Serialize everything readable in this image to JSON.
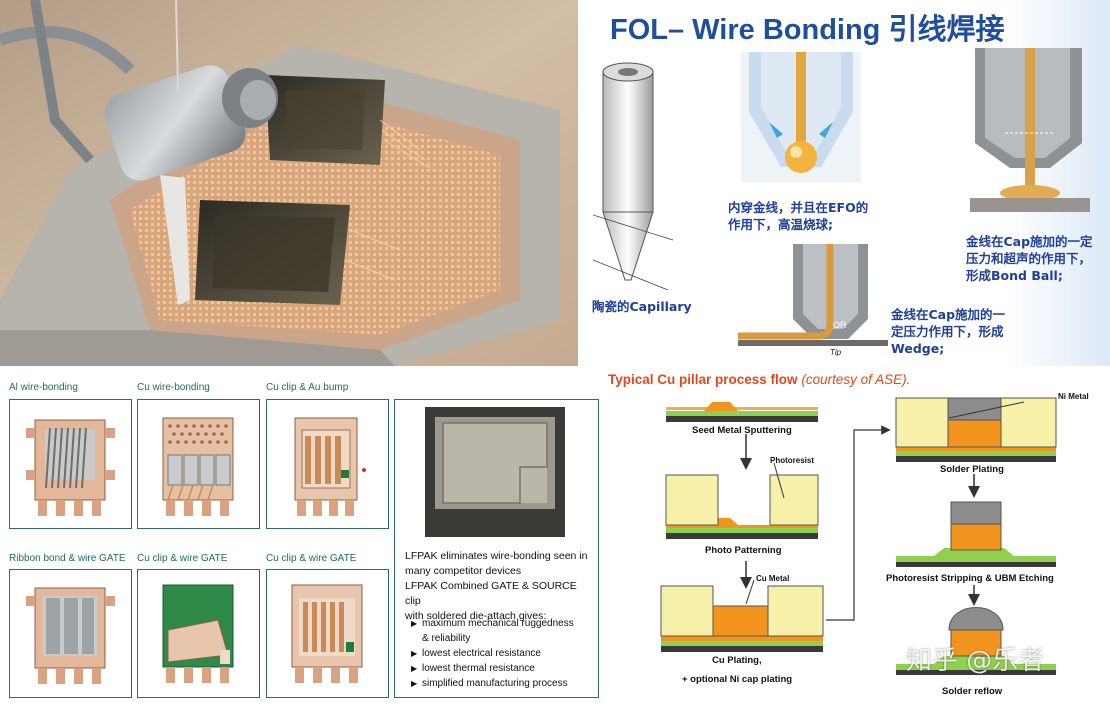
{
  "fol": {
    "title_en": "FOL– Wire Bonding",
    "title_cn": "引线焊接",
    "capillary_label": "陶瓷的Capillary",
    "efo_line1": "内穿金线，并且在EFO的",
    "efo_line2": "作用下，高温烧球;",
    "ball_line1": "金线在Cap施加的一定",
    "ball_line2": "压力和超声的作用下，",
    "ball_line3": "形成Bond Ball;",
    "wedge_line1": "金线在Cap施加的一",
    "wedge_line2": "定压力作用下，形成",
    "wedge_line3": "Wedge;",
    "tip_label": "Tip",
    "or_label": "OR"
  },
  "lfpak": {
    "cells": [
      {
        "label": "Al wire-bonding"
      },
      {
        "label": "Cu wire-bonding"
      },
      {
        "label": "Cu clip & Au bump"
      },
      {
        "label": "Ribbon bond & wire GATE"
      },
      {
        "label": "Cu clip & wire GATE"
      },
      {
        "label": "Cu clip & wire GATE"
      }
    ],
    "desc_line1": "LFPAK eliminates wire-bonding seen in",
    "desc_line2": "many competitor devices",
    "desc_line3": "LFPAK Combined GATE & SOURCE clip",
    "desc_line4": "with soldered die-attach gives:",
    "benefits": [
      "maximum mechanical ruggedness",
      "& reliability",
      "lowest electrical resistance",
      "lowest thermal resistance",
      "simplified manufacturing process"
    ]
  },
  "cu_pillar": {
    "title": "Typical Cu pillar process flow",
    "title_note": "(courtesy of ASE).",
    "steps": {
      "seed": "Seed Metal Sputtering",
      "photo": "Photo Patterning",
      "cu_plating": "Cu Plating,",
      "cu_plating_note": "+ optional Ni cap plating",
      "solder_plating": "Solder Plating",
      "strip": "Photoresist Stripping & UBM Etching",
      "reflow": "Solder reflow"
    },
    "labels": {
      "photoresist": "Photoresist",
      "cu_metal": "Cu Metal",
      "ni_metal": "Ni Metal"
    },
    "colors": {
      "photoresist": "#f6f0a8",
      "copper": "#f2951f",
      "green": "#8fd14f",
      "substrate": "#3a3a3a",
      "solder": "#8c8c8c"
    }
  },
  "watermark": "知乎 @乐者"
}
